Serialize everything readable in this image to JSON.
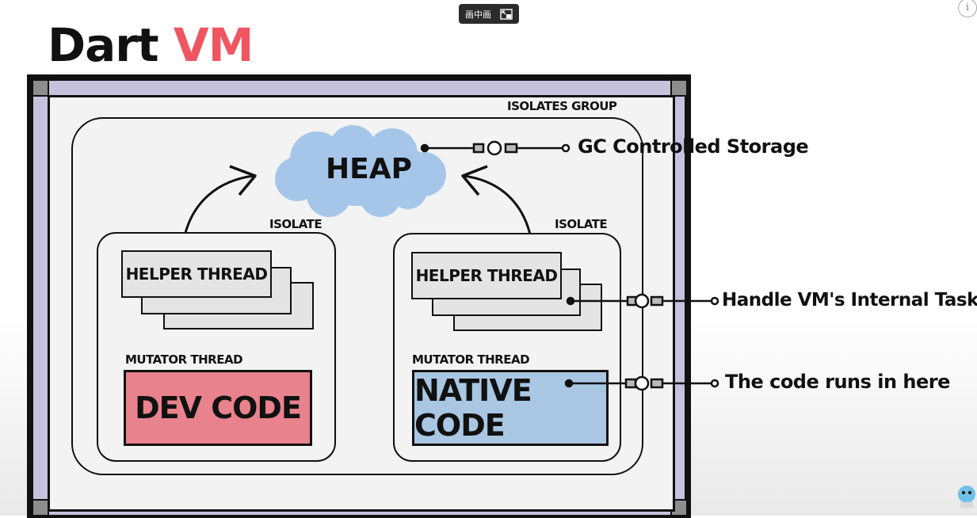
{
  "title": {
    "main": "Dart",
    "accent": "VM"
  },
  "overlay": {
    "pip_label": "画中画",
    "info_glyph": "i"
  },
  "diagram": {
    "group_label": "ISOLATES GROUP",
    "heap_label": "HEAP",
    "isolates": [
      {
        "label": "ISOLATE",
        "helper_label": "HELPER THREAD",
        "mutator_label": "MUTATOR THREAD",
        "code_label": "DEV CODE",
        "code_color": "#e8828c"
      },
      {
        "label": "ISOLATE",
        "helper_label": "HELPER THREAD",
        "mutator_label": "MUTATOR THREAD",
        "code_label": "NATIVE CODE",
        "code_color": "#a9c7e3"
      }
    ],
    "callouts": [
      {
        "text": "GC Controlled Storage"
      },
      {
        "text": "Handle VM's Internal Tasks"
      },
      {
        "text": "The code runs in here"
      }
    ],
    "heap_color": "#a5c6e9",
    "frame_color": "#c6c2de"
  }
}
